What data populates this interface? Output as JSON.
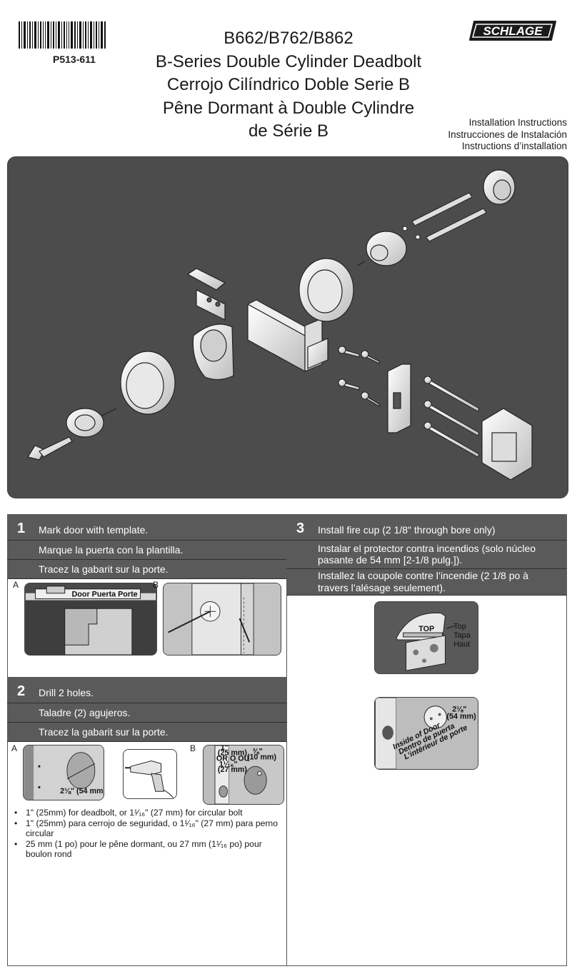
{
  "header": {
    "part_number": "P513-611",
    "title_lines": [
      "B662/B762/B862",
      "B-Series Double Cylinder Deadbolt",
      "Cerrojo Cilíndrico Doble Serie B",
      "Pêne Dormant à Double Cylindre",
      "de Série B"
    ],
    "brand": "SCHLAGE",
    "instructions": [
      "Installation Instructions",
      "Instrucciones de Instalación",
      "Instructions d’installation"
    ]
  },
  "step1": {
    "number": "1",
    "lines": [
      "Mark door with template.",
      "Marque la puerta con la plantilla.",
      "Tracez la gabarit sur la porte."
    ],
    "label_a": "A",
    "label_b": "B",
    "template_text": "Door  Puerta  Porte"
  },
  "step2": {
    "number": "2",
    "lines": [
      "Drill 2 holes.",
      "Taladre (2) agujeros.",
      "Tracez la gabarit sur la porte."
    ],
    "label_a": "A",
    "label_b": "B",
    "bore_label": "2⅛\" (54 mm)",
    "edge_labels": [
      "1\"",
      "(25 mm)",
      "OR O OU",
      "1¹⁄₁₆\"",
      "(27 mm)"
    ],
    "small_hole_label": [
      "⅜\"",
      "(10 mm)"
    ],
    "bullets": [
      "1\" (25mm) for deadbolt, or 1¹⁄₁₆\" (27 mm) for circular bolt",
      "1\" (25mm) para cerrojo de seguridad, o 1¹⁄₁₆\" (27 mm) para perno circular",
      "25 mm (1 po) pour le pêne dormant, ou 27 mm (1¹⁄₁₆ po) pour boulon rond"
    ]
  },
  "step3": {
    "number": "3",
    "lines": [
      "Install fire cup (2 1/8\" through bore only)",
      "Instalar el protector contra incendios (solo núcleo pasante de 54 mm [2-1/8 pulg.]).",
      "Installez la coupole contre l’incendie (2 1/8 po à travers l’alésage seulement)."
    ],
    "top_labels": [
      "Top",
      "Tapa",
      "Haut"
    ],
    "top_stamp": "TOP",
    "bore_label": [
      "2⅛\"",
      "(54 mm)"
    ],
    "inside_labels": [
      "Inside of Door",
      "Dentro de puerta",
      "L’intérieur de porte"
    ]
  },
  "colors": {
    "dark_panel": "#4c4c4c",
    "step_bar": "#5a5a5a",
    "figure_bg": "#c9c9c9"
  }
}
